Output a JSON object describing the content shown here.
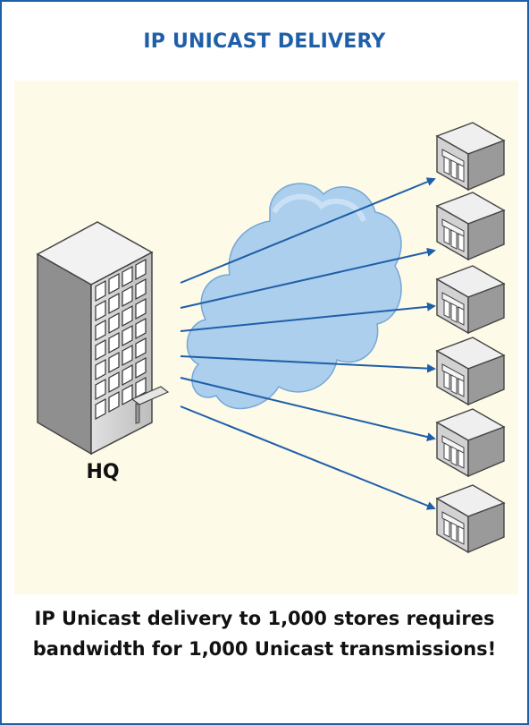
{
  "header": {
    "title": "IP UNICAST DELIVERY"
  },
  "diagram": {
    "source_label": "HQ",
    "store_count_shown": 6,
    "colors": {
      "border": "#1f5fa8",
      "panel_bg": "#fdfae8",
      "arrow": "#1f5fa8",
      "cloud": "#a9cdef"
    }
  },
  "caption": {
    "line1": "IP Unicast delivery to 1,000 stores requires",
    "line2": "bandwidth for 1,000 Unicast transmissions!"
  }
}
